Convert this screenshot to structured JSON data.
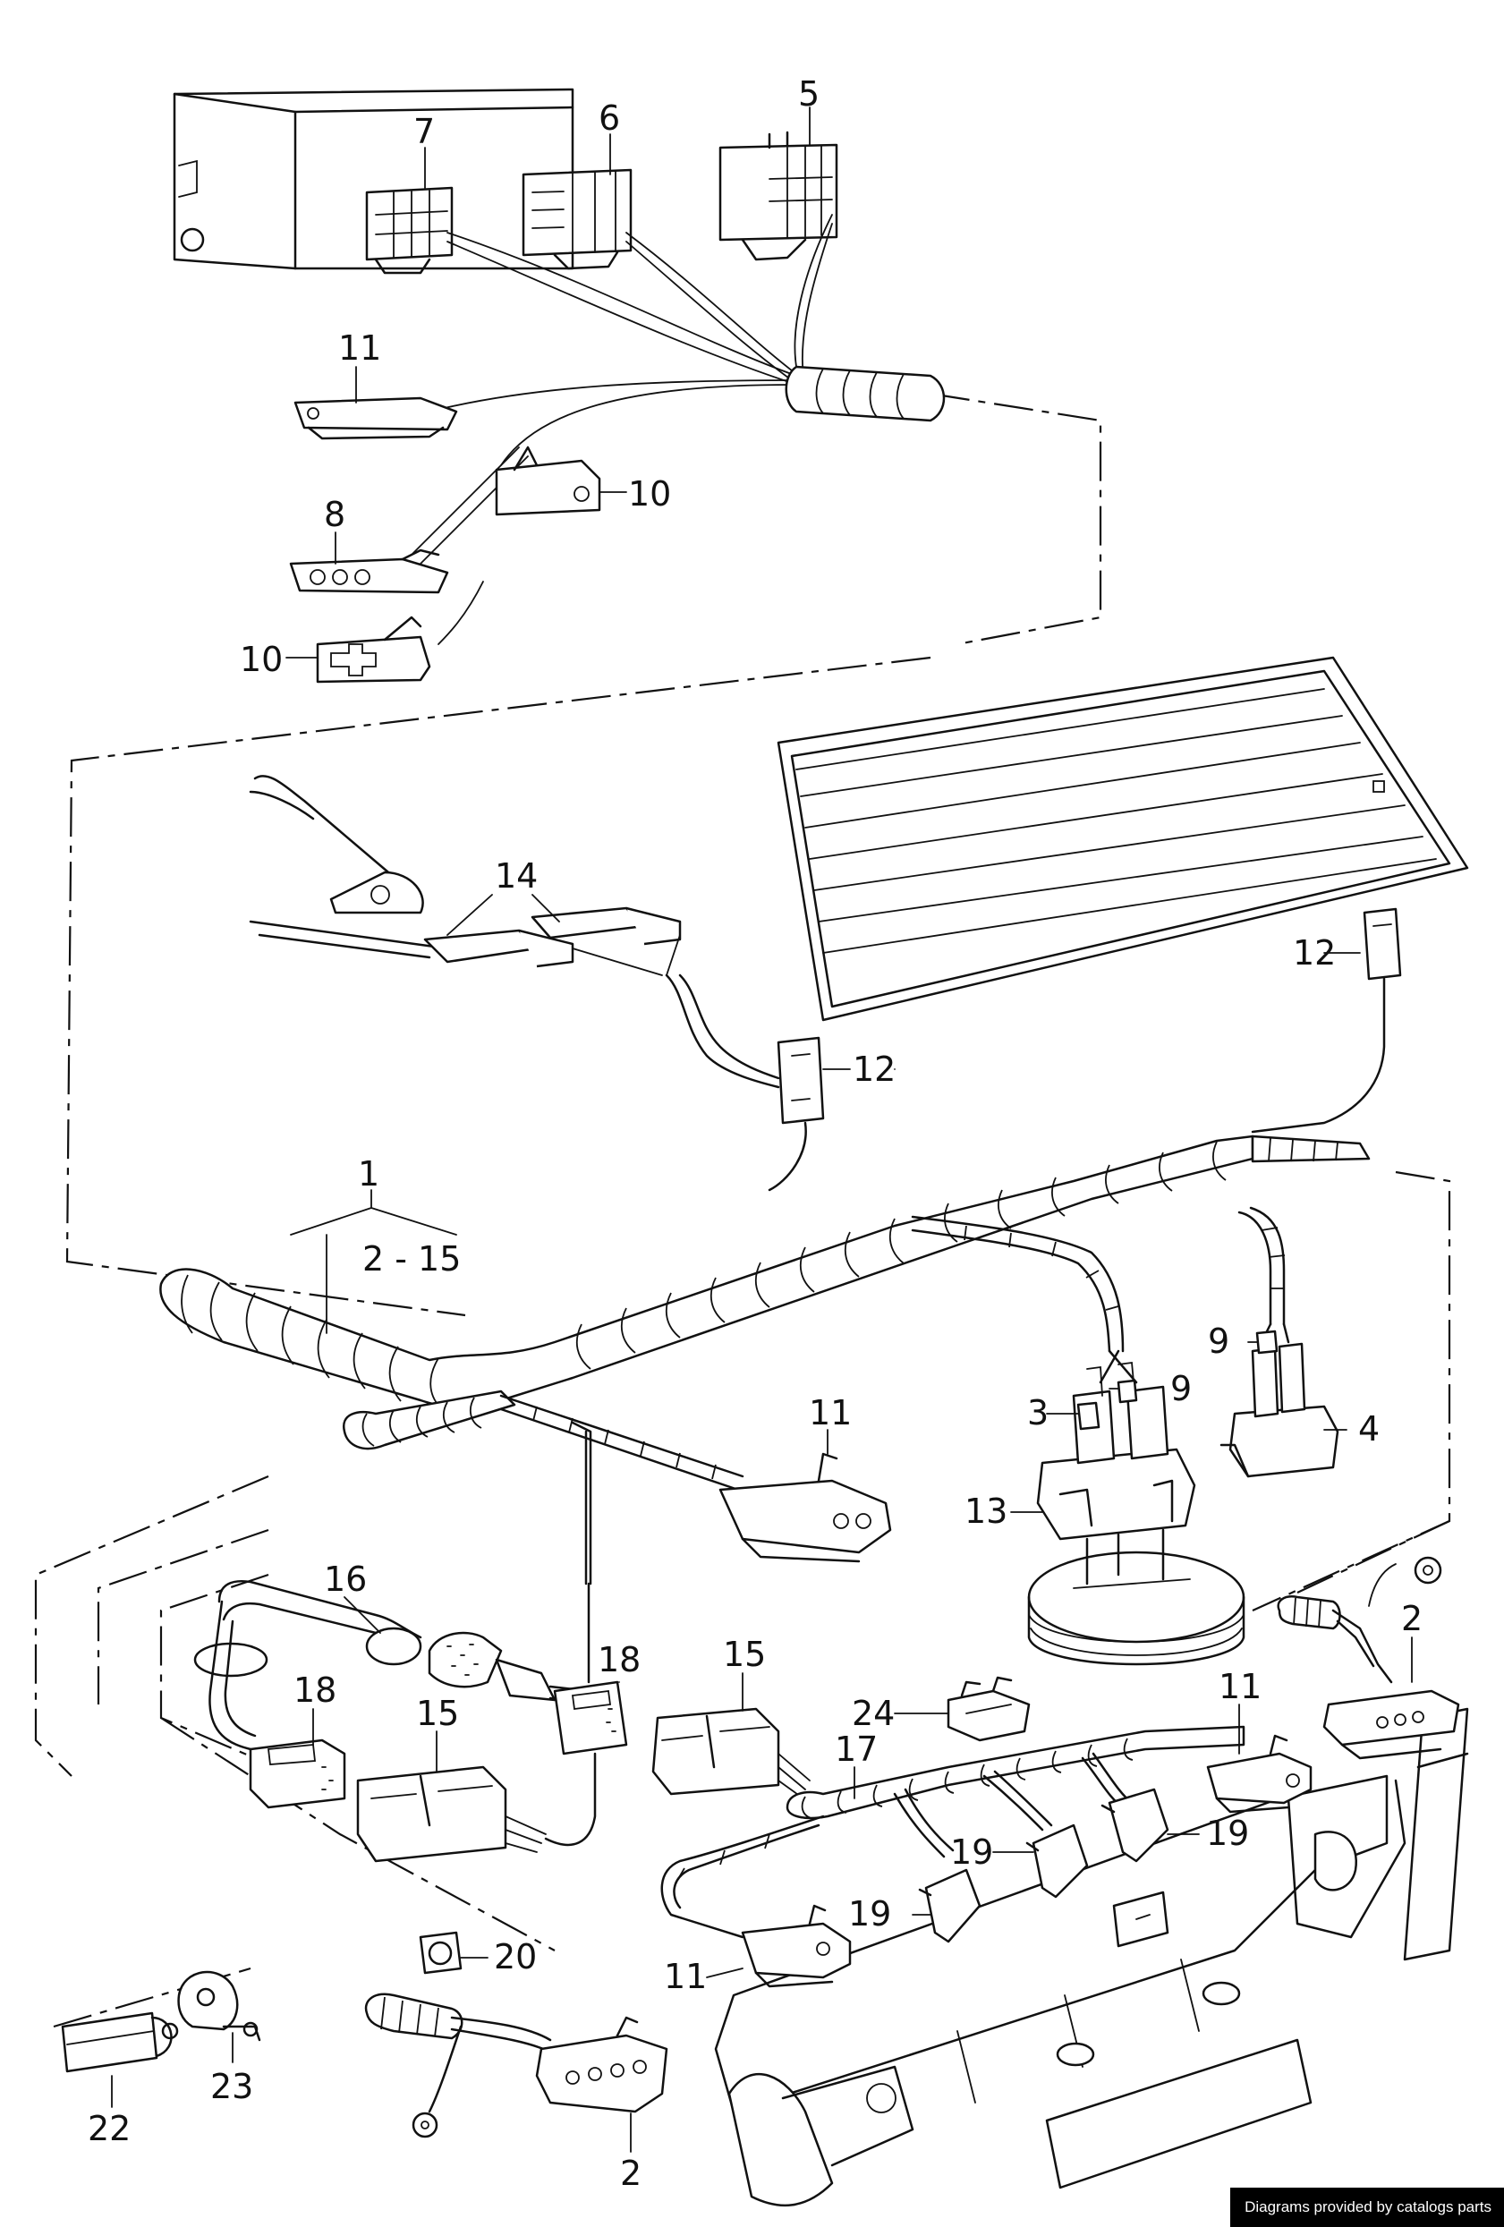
{
  "diagram": {
    "callouts": {
      "c1": "1",
      "c2_15": "2 - 15",
      "c2a": "2",
      "c2b": "2",
      "c3": "3",
      "c4": "4",
      "c5": "5",
      "c6": "6",
      "c7": "7",
      "c8": "8",
      "c9a": "9",
      "c9b": "9",
      "c10a": "10",
      "c10b": "10",
      "c11a": "11",
      "c11b": "11",
      "c11c": "11",
      "c11d": "11",
      "c12a": "12",
      "c12b": "12",
      "c13": "13",
      "c14": "14",
      "c15a": "15",
      "c15b": "15",
      "c16": "16",
      "c17": "17",
      "c18a": "18",
      "c18b": "18",
      "c19a": "19",
      "c19b": "19",
      "c19c": "19",
      "c20": "20",
      "c22": "22",
      "c23": "23",
      "c24": "24"
    }
  },
  "footer": {
    "credit": "Diagrams provided by catalogs parts"
  }
}
